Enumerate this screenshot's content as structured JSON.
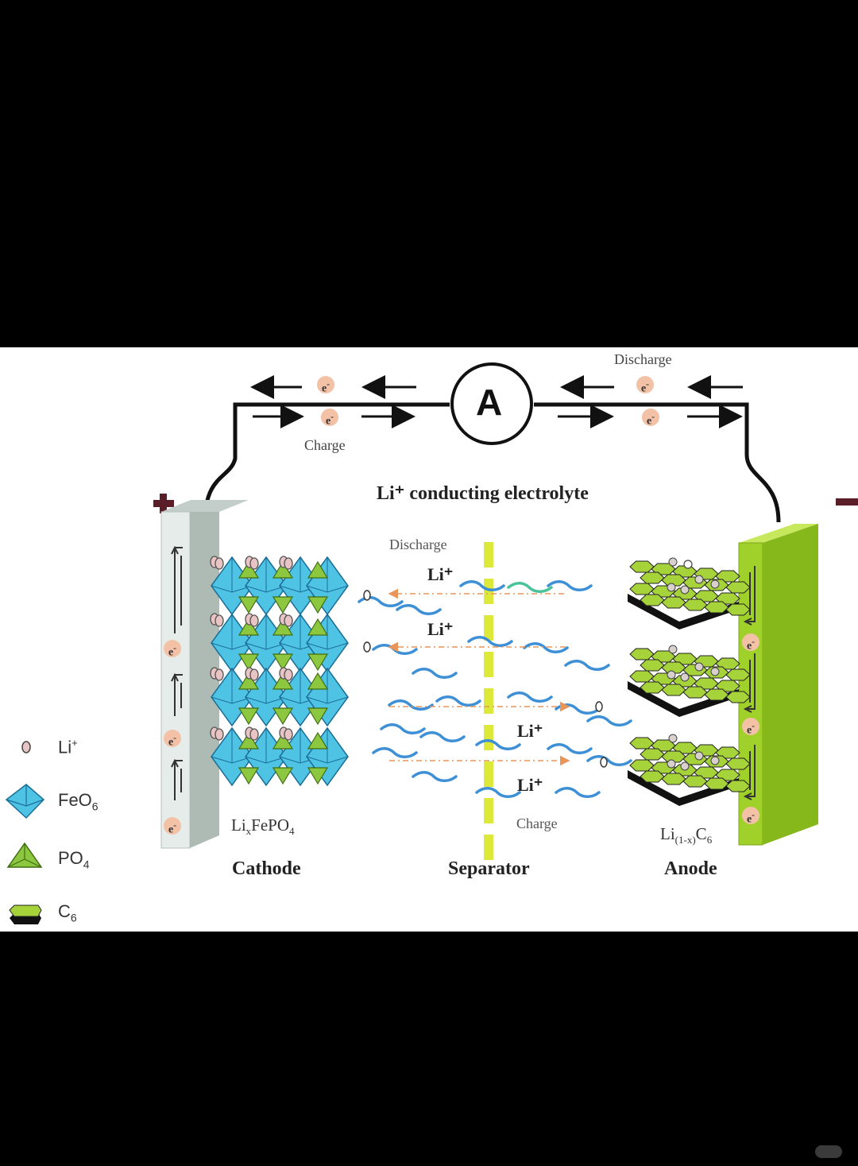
{
  "ammeter": {
    "symbol": "A"
  },
  "flow": {
    "discharge_top": "Discharge",
    "charge_top": "Charge",
    "electron": "e"
  },
  "electrolyte": {
    "title": "Li⁺ conducting electrolyte",
    "discharge": "Discharge",
    "charge": "Charge",
    "ion": "Li⁺"
  },
  "cathode": {
    "label": "Cathode",
    "material_main": "Li",
    "material_sub": "x",
    "material_rest": "FePO",
    "material_o_sub": "4",
    "terminal": "+"
  },
  "separator": {
    "label": "Separator"
  },
  "anode": {
    "label": "Anode",
    "material_main": "Li",
    "material_sub": "(1-x)",
    "material_rest": "C",
    "material_c_sub": "6",
    "terminal": "−"
  },
  "legend": {
    "li": {
      "main": "Li",
      "sup": "+"
    },
    "feo6": {
      "main": "FeO",
      "sub": "6"
    },
    "po4": {
      "main": "PO",
      "sub": "4"
    },
    "c6": {
      "main": "C",
      "sub": "6"
    }
  },
  "colors": {
    "cathode_plate": "#e6ece9",
    "anode_plate": "#9fd12a",
    "feo6": "#4fc3e4",
    "po4": "#8dc63f",
    "c6": "#a6d23a",
    "separator": "#dce83a",
    "electrolyte_chain": "#3d8fd6"
  }
}
